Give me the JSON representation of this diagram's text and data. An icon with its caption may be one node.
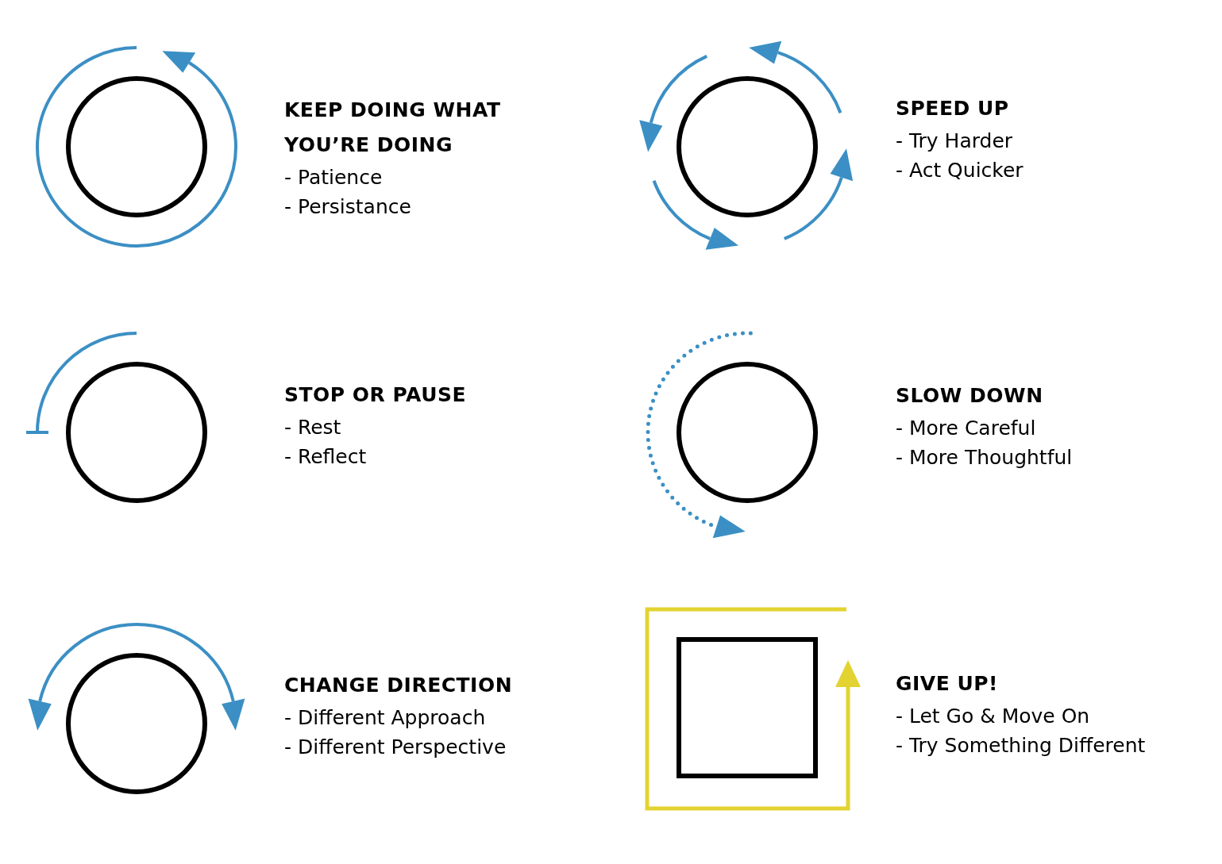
{
  "diagram": {
    "nodes": [
      {
        "text": [],
        "shape": "circle",
        "beside": [
          "KEEP DOING WHAT YOU’RE DOING",
          "- Patience",
          "- Persistance"
        ]
      },
      {
        "text": [],
        "shape": "circle",
        "beside": [
          "SPEED UP",
          "- Try Harder",
          "- Act Quicker"
        ]
      },
      {
        "text": [],
        "shape": "circle",
        "beside": [
          "STOP OR PAUSE",
          "- Rest",
          "- Reflect"
        ]
      },
      {
        "text": [],
        "shape": "circle",
        "beside": [
          "SLOW DOWN",
          "- More Careful",
          "- More Thoughtful"
        ]
      },
      {
        "text": [],
        "shape": "circle",
        "beside": [
          "CHANGE DIRECTION",
          "- Different Approach",
          "- Different Perspective"
        ]
      },
      {
        "text": [],
        "shape": "box",
        "beside": [
          "GIVE UP!",
          "- Let Go & Move On",
          "- Try Something Different"
        ]
      }
    ]
  }
}
